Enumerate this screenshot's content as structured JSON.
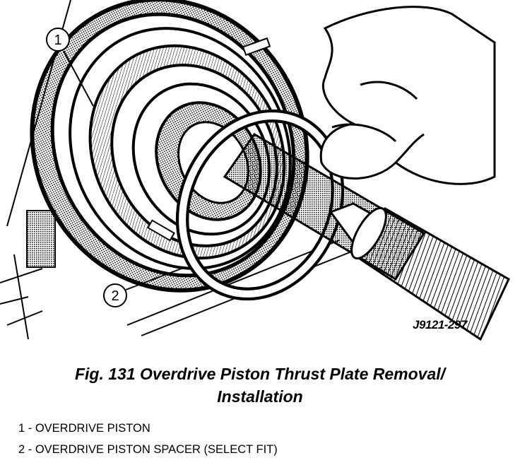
{
  "figure": {
    "id_label": "J9121-297",
    "callouts": [
      "1",
      "2"
    ],
    "caption_line1": "Fig. 131 Overdrive Piston Thrust Plate Removal/",
    "caption_line2": "Installation"
  },
  "legend": [
    {
      "text": "1 - OVERDRIVE PISTON"
    },
    {
      "text": "2 - OVERDRIVE PISTON SPACER (SELECT FIT)"
    }
  ]
}
